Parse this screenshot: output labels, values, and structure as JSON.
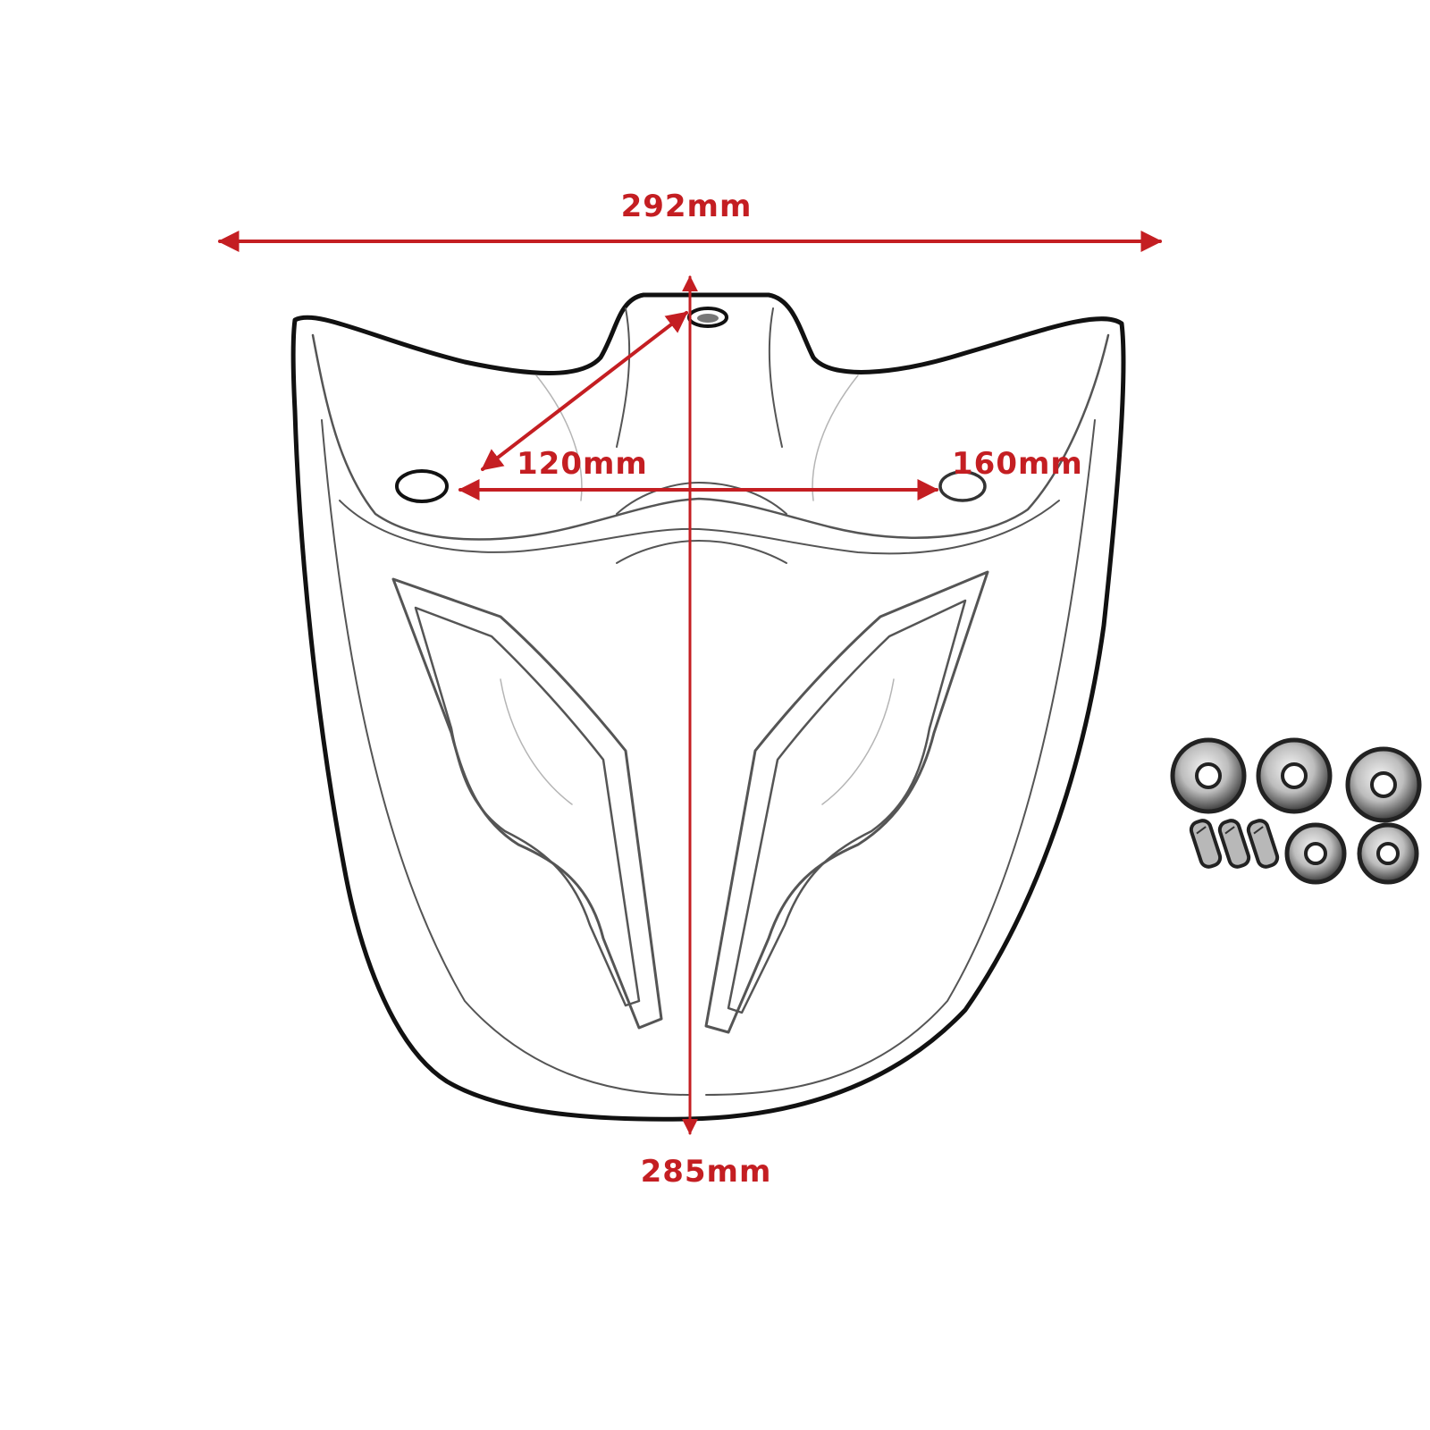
{
  "dimensions": {
    "width": "292mm",
    "height": "285mm",
    "diagonal": "120mm",
    "hole_span": "160mm"
  },
  "colors": {
    "dimension": "#c41e22",
    "outline": "#111111",
    "background": "#ffffff"
  },
  "hardware": {
    "grommet_count": 5,
    "screw_count": 3
  }
}
